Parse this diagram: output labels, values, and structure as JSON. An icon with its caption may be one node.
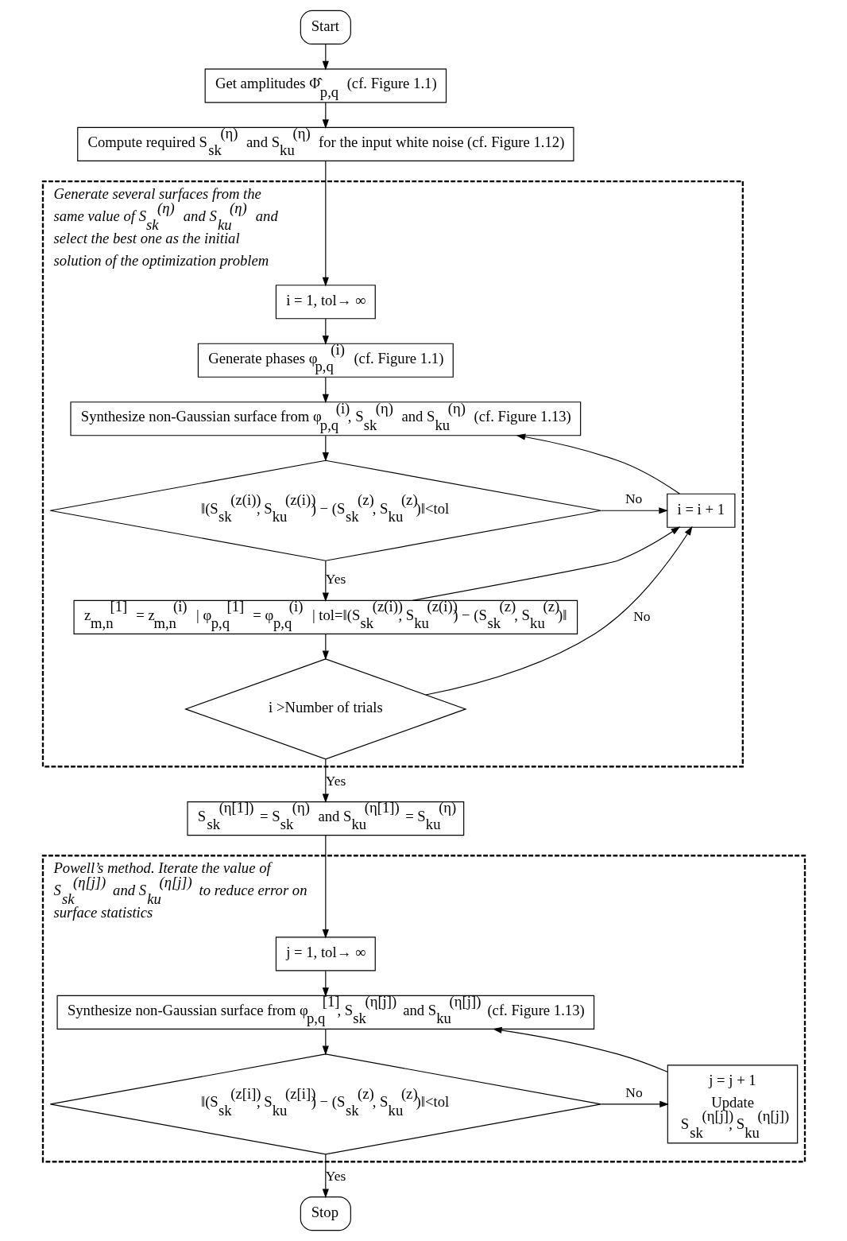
{
  "diagram": {
    "nodes": [
      {
        "text": [
          "Start"
        ]
      },
      {
        "text": [
          "Get amplitudes Φ̂$_{p,q}$ (cf. Figure 1.1)"
        ]
      },
      {
        "text": [
          "Compute required S$_{sk}$$^{(η)}$ and S$_{ku}$$^{(η)}$ for the input white noise (cf. Figure 1.12)"
        ]
      },
      {
        "text": [
          "Generate several surfaces from the same value of S$_{sk}$$^{(η)}$ and S$_{ku}$$^{(η)}$ and select the best one as the initial solution of the optimization problem"
        ]
      },
      {
        "text": [
          "i = 1, tol→ ∞"
        ],
        "in": 3
      },
      {
        "text": [
          "Generate phases φ$_{p,q}$$^{(i)}$ (cf. Figure 1.1)"
        ],
        "in": 3
      },
      {
        "text": [
          "Synthesize non-Gaussian surface from φ$_{p,q}$$^{(i)}$, S$_{sk}$$^{(η)}$ and S$_{ku}$$^{(η)}$ (cf. Figure 1.13)"
        ],
        "in": 3
      },
      {
        "text": [
          "‖(S$_{sk}$$^{(z(i))}$, S$_{ku}$$^{(z(i))}$) − (S$_{sk}$$^{(z)}$, S$_{ku}$$^{(z)}$)‖<tol"
        ],
        "in": 3
      },
      {
        "text": [
          "i = i + 1"
        ],
        "in": 3
      },
      {
        "text": [
          "z$_{m,n}$$^{[1]}$ = z$_{m,n}$$^{(i)}$ | φ$_{p,q}$$^{[1]}$ = φ$_{p,q}$$^{(i)}$ | tol=‖(S$_{sk}$$^{(z(i))}$, S$_{ku}$$^{(z(i))}$) − (S$_{sk}$$^{(z)}$, S$_{ku}$$^{(z)}$)‖"
        ],
        "in": 3
      },
      {
        "text": [
          "i >Number of trials"
        ],
        "in": 3
      },
      {
        "text": [
          "S$_{sk}$$^{(η[1])}$ = S$_{sk}$$^{(η)}$ and S$_{ku}$$^{(η[1])}$ = S$_{ku}$$^{(η)}$"
        ]
      },
      {
        "text": [
          "Powell’s method. Iterate the value of S$_{sk}$$^{(η[j])}$ and S$_{ku}$$^{(η[j])}$ to reduce error on surface statistics"
        ]
      },
      {
        "text": [
          "j = 1, tol→ ∞"
        ],
        "in": 12
      },
      {
        "text": [
          "Synthesize non-Gaussian surface from φ$_{p,q}$$^{[1]}$, S$_{sk}$$^{(η[j])}$ and S$_{ku}$$^{(η[j])}$ (cf. Figure 1.13)"
        ],
        "in": 12
      },
      {
        "text": [
          "‖(S$_{sk}$$^{(z[i])}$, S$_{ku}$$^{(z[i])}$) − (S$_{sk}$$^{(z)}$, S$_{ku}$$^{(z)}$)‖<tol"
        ],
        "in": 12
      },
      {
        "text": [
          "j = j + 1",
          "Update",
          "S$_{sk}$$^{(η[j])}$, S$_{ku}$$^{(η[j])}$"
        ],
        "in": 12
      },
      {
        "text": [
          "Stop"
        ]
      }
    ],
    "edges": [
      {
        "from": 0,
        "to": 1,
        "arrow": "to"
      },
      {
        "from": 1,
        "to": 2,
        "arrow": "to"
      },
      {
        "from": 2,
        "to": 4,
        "arrow": "to"
      },
      {
        "from": 4,
        "to": 5,
        "arrow": "to"
      },
      {
        "from": 5,
        "to": 6,
        "arrow": "to"
      },
      {
        "from": 6,
        "to": 7,
        "arrow": "to"
      },
      {
        "from": 7,
        "to": 8,
        "arrow": "to",
        "label": "No"
      },
      {
        "from": 8,
        "to": 6,
        "arrow": "to"
      },
      {
        "from": 7,
        "to": 9,
        "arrow": "to",
        "label": "Yes"
      },
      {
        "from": 9,
        "to": 8,
        "arrow": "to"
      },
      {
        "from": 9,
        "to": 10,
        "arrow": "to"
      },
      {
        "from": 10,
        "to": 8,
        "arrow": "to",
        "label": "No"
      },
      {
        "from": 10,
        "to": 11,
        "arrow": "to",
        "label": "Yes"
      },
      {
        "from": 11,
        "to": 13,
        "arrow": "to"
      },
      {
        "from": 13,
        "to": 14,
        "arrow": "to"
      },
      {
        "from": 14,
        "to": 15,
        "arrow": "to"
      },
      {
        "from": 15,
        "to": 16,
        "arrow": "to",
        "label": "No"
      },
      {
        "from": 16,
        "to": 14,
        "arrow": "to"
      },
      {
        "from": 15,
        "to": 17,
        "arrow": "to",
        "label": "Yes"
      }
    ]
  }
}
